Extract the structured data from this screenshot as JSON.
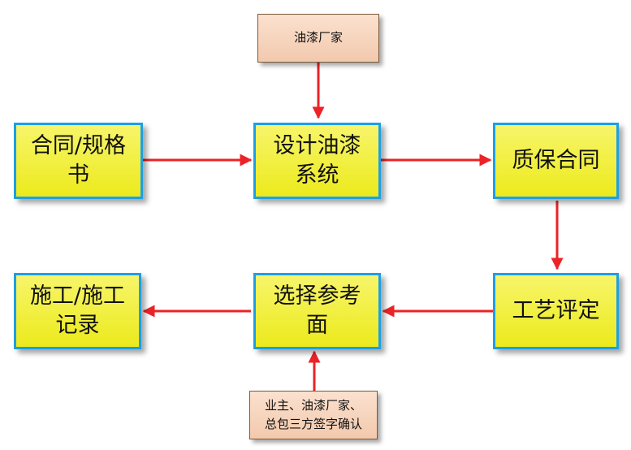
{
  "diagram": {
    "nodes": {
      "paint_manufacturer": "油漆厂家",
      "contract_spec": "合同/规格\n书",
      "design_paint_system": "设计油漆\n系统",
      "warranty_contract": "质保合同",
      "process_qualification": "工艺评定",
      "select_reference_surface": "选择参考\n面",
      "construction_record": "施工/施工\n记录",
      "three_party_signoff": "业主、油漆厂家、\n总包三方签字确认"
    },
    "colors": {
      "main_fill": "#eceb2a",
      "main_border": "#1e9fe4",
      "note_fill": "#f4cfb5",
      "arrow": "#ec2227"
    }
  }
}
